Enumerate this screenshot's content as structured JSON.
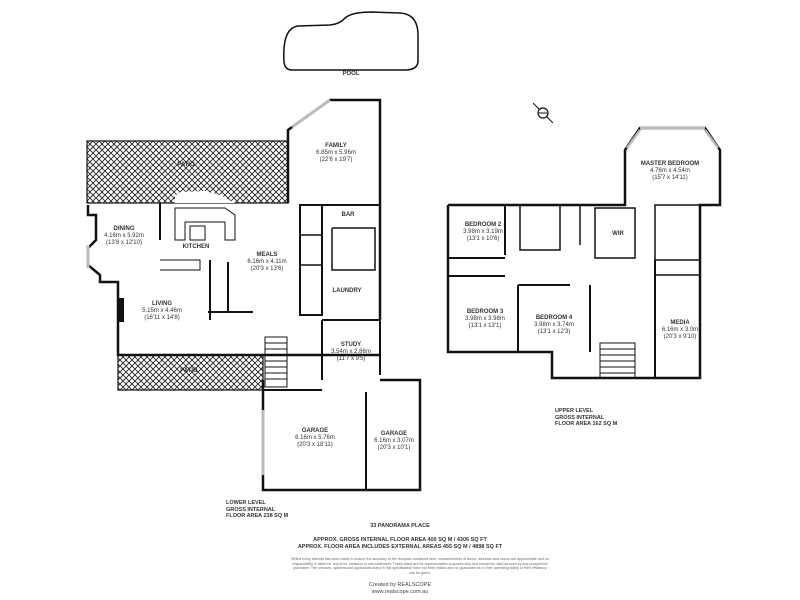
{
  "property": {
    "address": "33 PANORAMA PLACE",
    "gross_internal": "APPROX. GROSS INTERNAL FLOOR AREA 400 SQ M / 4306 SQ FT",
    "external": "APPROX. FLOOR AREA INCLUDES EXTERNAL AREAS 455 SQ M / 4898 SQ FT",
    "disclaimer": "Whilst every attempt has been made to ensure the accuracy of the floorplan contained here, measurements of doors, windows and rooms are approximate and no responsibility is taken for any error, omission or mis-statement. These plans are for representation purposes only and should be used as such by any prospective purchaser. The services, systems and appliances listed in this specification have not been tested and no guarantee as to their operating ability or their efficiency can be given.",
    "created_by": "Created by REALSCOPE",
    "website": "www.realscope.com.au"
  },
  "compass": {
    "icon": "compass-north-icon"
  },
  "lower_level": {
    "line1": "LOWER LEVEL",
    "line2": "GROSS INTERNAL",
    "line3": "FLOOR AREA 238 SQ M",
    "rooms": [
      {
        "name": "POOL",
        "metric": "",
        "imperial": ""
      },
      {
        "name": "PATIO",
        "metric": "",
        "imperial": ""
      },
      {
        "name": "FAMILY",
        "metric": "6.85m x 5.96m",
        "imperial": "(22'6 x 19'7)"
      },
      {
        "name": "DINING",
        "metric": "4.16m x 3.92m",
        "imperial": "(13'8 x 12'10)"
      },
      {
        "name": "KITCHEN",
        "metric": "",
        "imperial": ""
      },
      {
        "name": "MEALS",
        "metric": "6.16m x 4.11m",
        "imperial": "(20'3 x 13'6)"
      },
      {
        "name": "BAR",
        "metric": "",
        "imperial": ""
      },
      {
        "name": "LAUNDRY",
        "metric": "",
        "imperial": ""
      },
      {
        "name": "LIVING",
        "metric": "5.15m x 4.46m",
        "imperial": "(16'11 x 14'8)"
      },
      {
        "name": "STUDY",
        "metric": "3.54m x 2.86m",
        "imperial": "(11'7 x 9'5)"
      },
      {
        "name": "PATIO",
        "metric": "",
        "imperial": ""
      },
      {
        "name": "GARAGE",
        "metric": "6.16m x 5.76m",
        "imperial": "(20'3 x 18'11)"
      },
      {
        "name": "GARAGE",
        "metric": "6.16m x 3.07m",
        "imperial": "(20'3 x 10'1)"
      }
    ]
  },
  "upper_level": {
    "line1": "UPPER LEVEL",
    "line2": "GROSS INTERNAL",
    "line3": "FLOOR AREA 162 SQ M",
    "rooms": [
      {
        "name": "MASTER BEDROOM",
        "metric": "4.76m x 4.54m",
        "imperial": "(15'7 x 14'11)"
      },
      {
        "name": "BEDROOM 2",
        "metric": "3.98m x 3.19m",
        "imperial": "(13'1 x 10'6)"
      },
      {
        "name": "WIR",
        "metric": "",
        "imperial": ""
      },
      {
        "name": "BEDROOM 3",
        "metric": "3.98m x 3.98m",
        "imperial": "(13'1 x 13'1)"
      },
      {
        "name": "BEDROOM 4",
        "metric": "3.98m x 3.74m",
        "imperial": "(13'1 x 12'3)"
      },
      {
        "name": "MEDIA",
        "metric": "6.16m x 3.0m",
        "imperial": "(20'3 x 9'10)"
      }
    ]
  },
  "colors": {
    "wall": "#111111",
    "window": "#bbbbbb",
    "hatch": "#222222",
    "text": "#333333"
  }
}
